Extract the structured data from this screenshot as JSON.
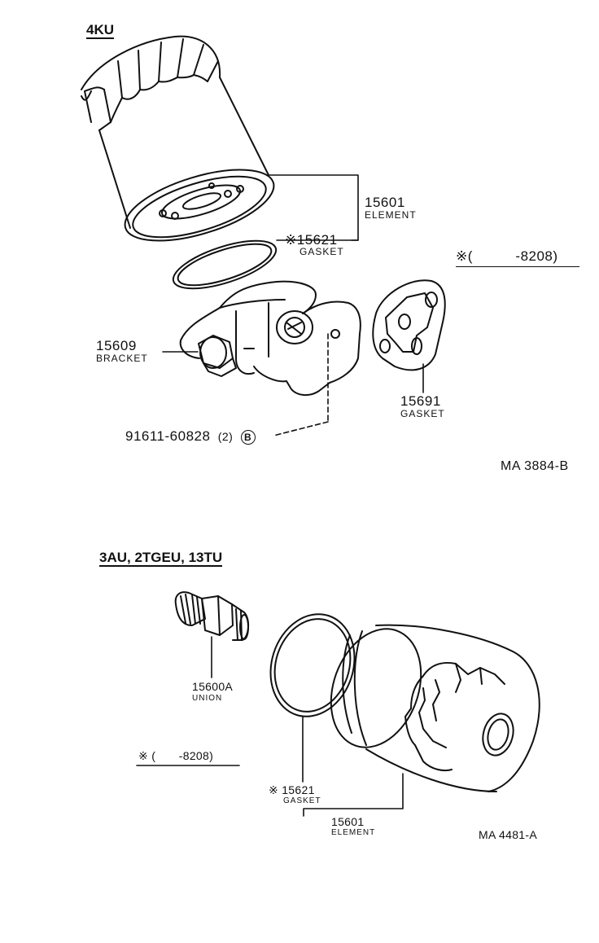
{
  "section_4ku": {
    "title": "4KU",
    "element": {
      "number": "15601",
      "name": "ELEMENT"
    },
    "gasket_small": {
      "number": "※15621",
      "name": "GASKET"
    },
    "range_note": "※(   -8208)",
    "bracket": {
      "number": "15609",
      "name": "BRACKET"
    },
    "gasket_flange": {
      "number": "15691",
      "name": "GASKET"
    },
    "bolt": {
      "number": "91611-60828",
      "qty": "(2)",
      "badge": "B"
    },
    "ref": "MA 3884-B"
  },
  "section_3au": {
    "title": "3AU, 2TGEU, 13TU",
    "union": {
      "number": "15600A",
      "name": "UNION"
    },
    "range_note": "※ (  -8208)",
    "gasket": {
      "number": "※ 15621",
      "name": "GASKET"
    },
    "element": {
      "number": "15601",
      "name": "ELEMENT"
    },
    "ref": "MA 4481-A"
  }
}
